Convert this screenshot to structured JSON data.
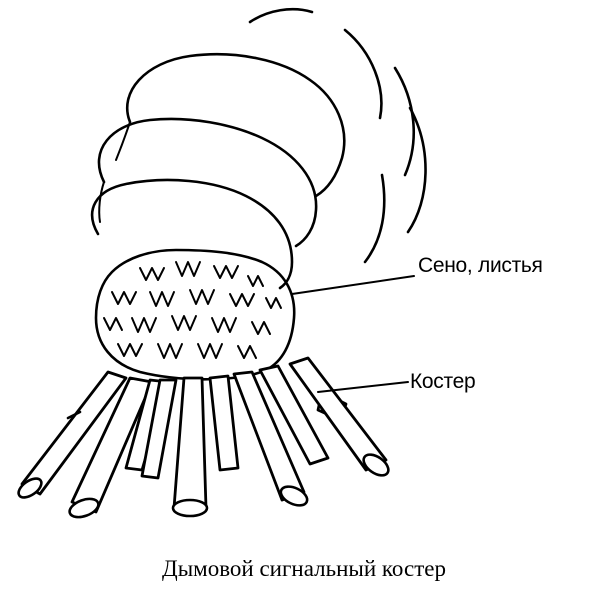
{
  "labels": {
    "hay_leaves": "Сено, листья",
    "fire": "Костер"
  },
  "caption": "Дымовой сигнальный костер"
}
